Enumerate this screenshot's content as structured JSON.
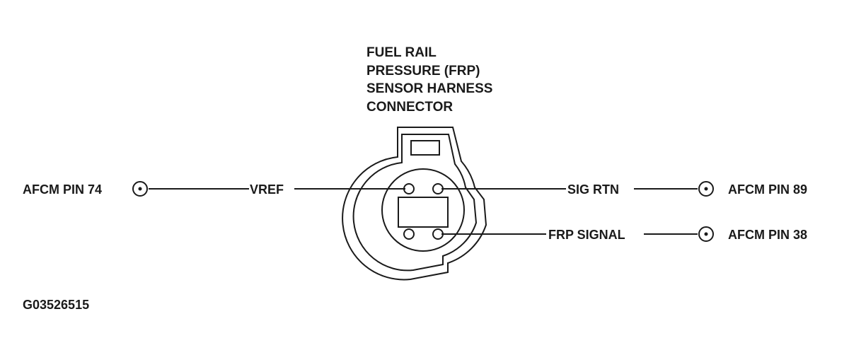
{
  "connector": {
    "title_lines": [
      "FUEL RAIL",
      "PRESSURE (FRP)",
      "SENSOR HARNESS",
      "CONNECTOR"
    ]
  },
  "wires": {
    "vref": {
      "signal": "VREF",
      "pin": "AFCM PIN 74"
    },
    "sig_rtn": {
      "signal": "SIG RTN",
      "pin": "AFCM PIN 89"
    },
    "frp_signal": {
      "signal": "FRP SIGNAL",
      "pin": "AFCM PIN 38"
    }
  },
  "figure_id": "G03526515"
}
